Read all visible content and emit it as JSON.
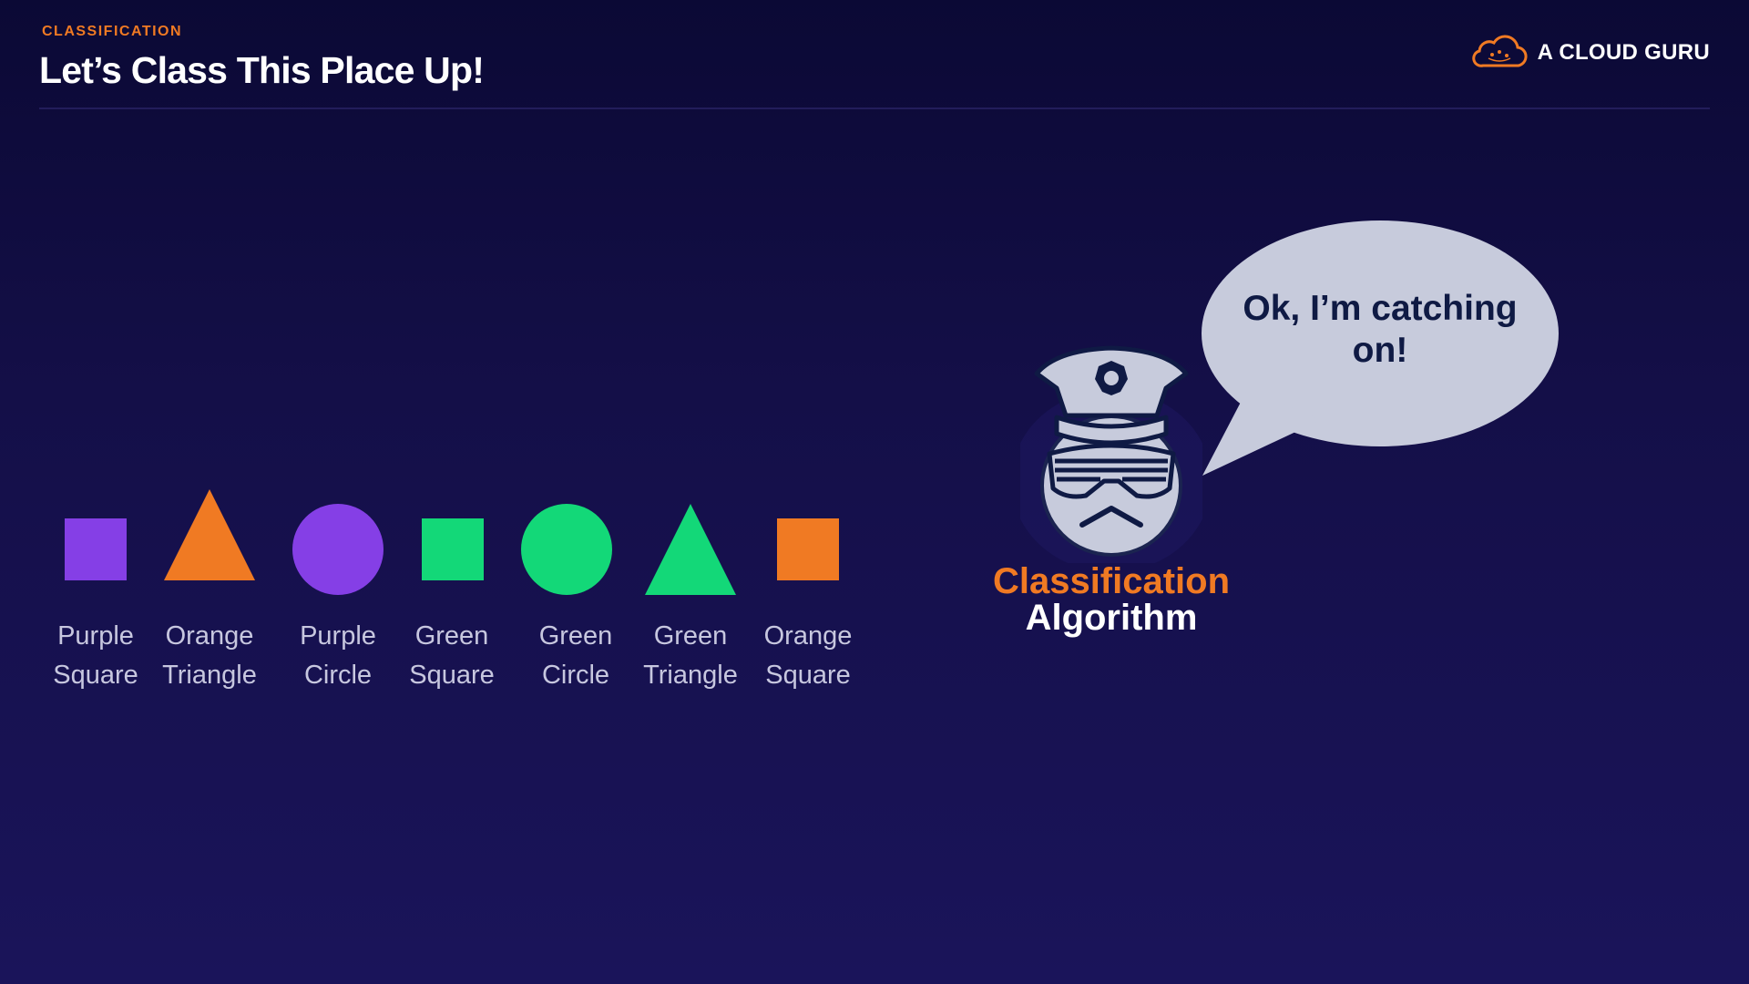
{
  "header": {
    "eyebrow": "CLASSIFICATION",
    "title": "Let’s Class This Place Up!"
  },
  "brand": {
    "name": "A CLOUD GURU",
    "icon": "cloud-logo-icon",
    "accent": "#f07a23"
  },
  "shapes": [
    {
      "color_name": "Purple",
      "shape": "Square",
      "color": "#853fe6"
    },
    {
      "color_name": "Orange",
      "shape": "Triangle",
      "color": "#f07a23"
    },
    {
      "color_name": "Purple",
      "shape": "Circle",
      "color": "#853fe6"
    },
    {
      "color_name": "Green",
      "shape": "Square",
      "color": "#13d878"
    },
    {
      "color_name": "Green",
      "shape": "Circle",
      "color": "#13d878"
    },
    {
      "color_name": "Green",
      "shape": "Triangle",
      "color": "#13d878"
    },
    {
      "color_name": "Orange",
      "shape": "Square",
      "color": "#f07a23"
    }
  ],
  "speech_bubble": {
    "line1": "Ok, I’m catching",
    "line2": "on!"
  },
  "algorithm": {
    "line1": "Classification",
    "line2": "Algorithm",
    "icon": "police-robot-icon"
  }
}
